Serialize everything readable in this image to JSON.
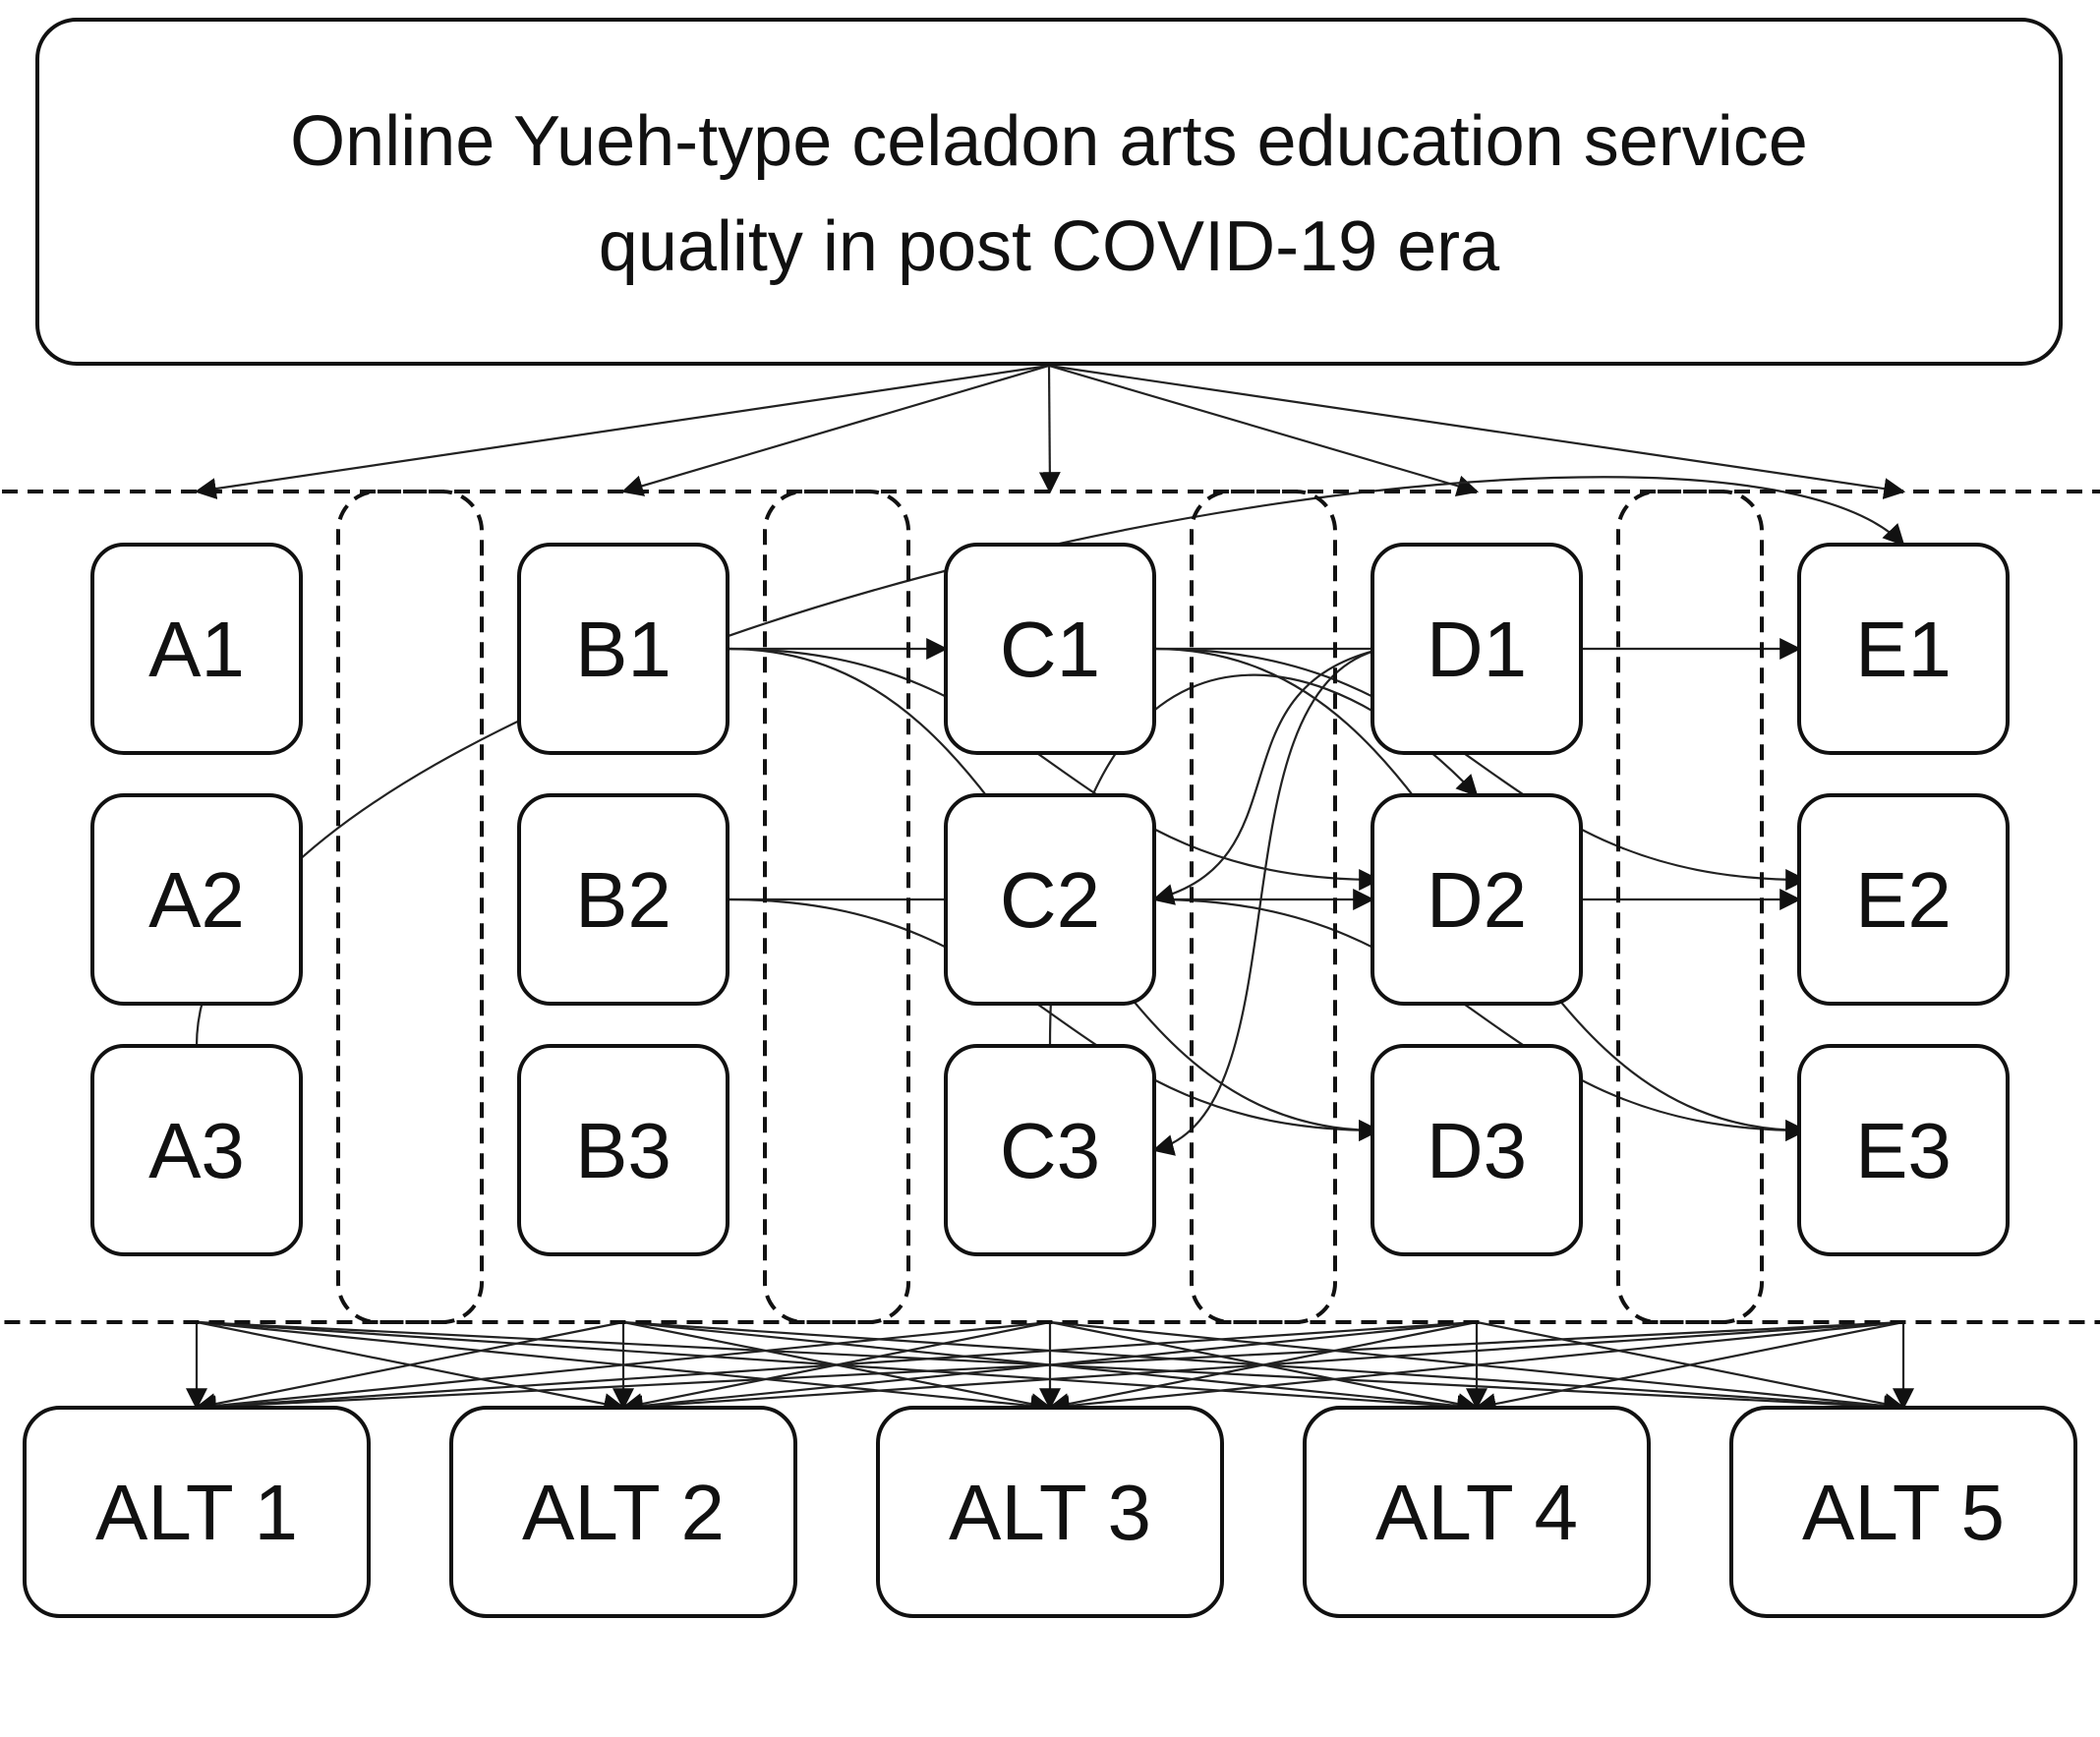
{
  "goal": {
    "line1": "Online Yueh-type celadon arts education service",
    "line2": "quality in post COVID-19 era"
  },
  "criteria": [
    {
      "id": "A",
      "subcriteria": [
        "A1",
        "A2",
        "A3"
      ]
    },
    {
      "id": "B",
      "subcriteria": [
        "B1",
        "B2",
        "B3"
      ]
    },
    {
      "id": "C",
      "subcriteria": [
        "C1",
        "C2",
        "C3"
      ]
    },
    {
      "id": "D",
      "subcriteria": [
        "D1",
        "D2",
        "D3"
      ]
    },
    {
      "id": "E",
      "subcriteria": [
        "E1",
        "E2",
        "E3"
      ]
    }
  ],
  "alternatives": [
    "ALT 1",
    "ALT 2",
    "ALT 3",
    "ALT 4",
    "ALT 5"
  ],
  "goal_to_criteria": [
    "A",
    "B",
    "C",
    "D",
    "E"
  ],
  "interdependencies": [
    [
      "A3",
      "E1"
    ],
    [
      "B1",
      "C1"
    ],
    [
      "B1",
      "D2"
    ],
    [
      "B1",
      "D3"
    ],
    [
      "B2",
      "D2"
    ],
    [
      "B2",
      "D3"
    ],
    [
      "C1",
      "E1"
    ],
    [
      "C1",
      "E2"
    ],
    [
      "C1",
      "E3"
    ],
    [
      "C2",
      "E3"
    ],
    [
      "D1",
      "C2"
    ],
    [
      "D1",
      "C3"
    ],
    [
      "C3",
      "D2"
    ],
    [
      "D2",
      "E2"
    ]
  ],
  "criteria_to_alternatives": "all"
}
